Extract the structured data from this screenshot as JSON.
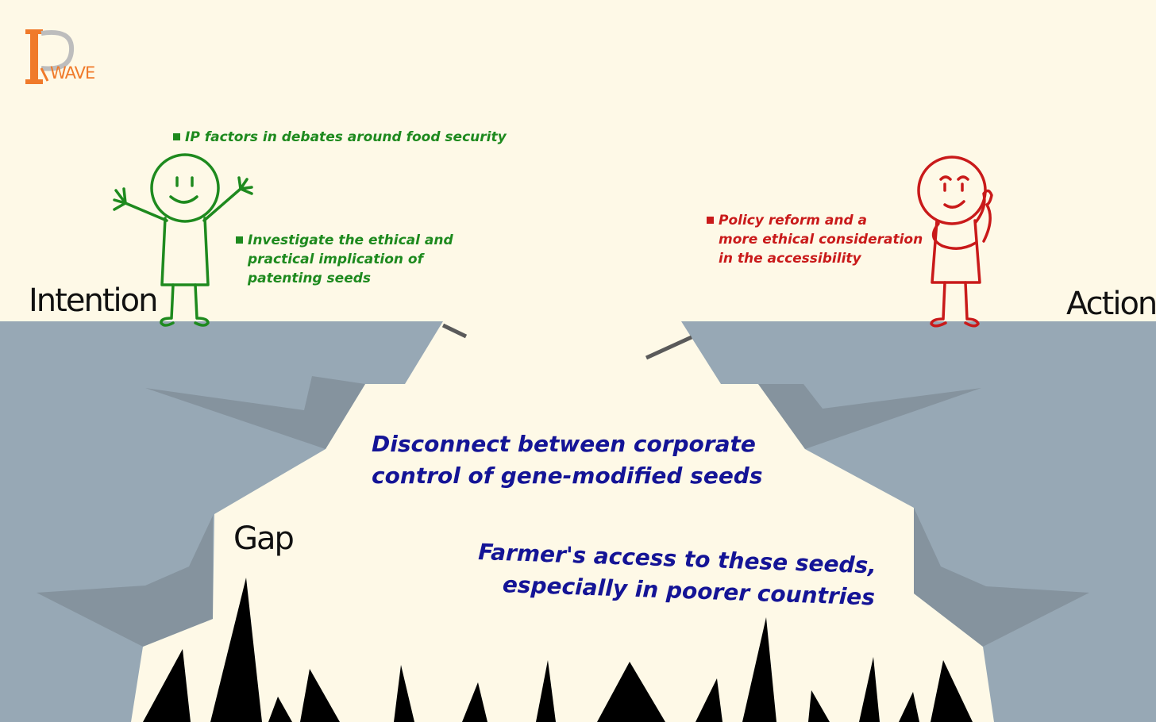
{
  "logo": {
    "letters": "IP",
    "wave": "WAVE"
  },
  "labels": {
    "intention": "Intention",
    "action": "Action",
    "gap": "Gap"
  },
  "intention_points": {
    "top": "IP factors in debates around food security",
    "lines": [
      "Investigate the ethical and",
      "practical implication of",
      "patenting seeds"
    ]
  },
  "action_points": {
    "lines": [
      "Policy reform and a",
      "more ethical consideration",
      "in the accessibility"
    ]
  },
  "gap_text": {
    "disconnect": [
      "Disconnect between corporate",
      "control of gene-modified seeds"
    ],
    "access": [
      "Farmer's access to these seeds,",
      "especially in poorer countries"
    ]
  },
  "colors": {
    "background": "#fef9e7",
    "cliff": "#97a8b5",
    "cliff_shadow": "#85939e",
    "intention": "#1e8a1e",
    "action": "#c91a1a",
    "gap_text": "#141496",
    "logo": "#f07a2a"
  }
}
